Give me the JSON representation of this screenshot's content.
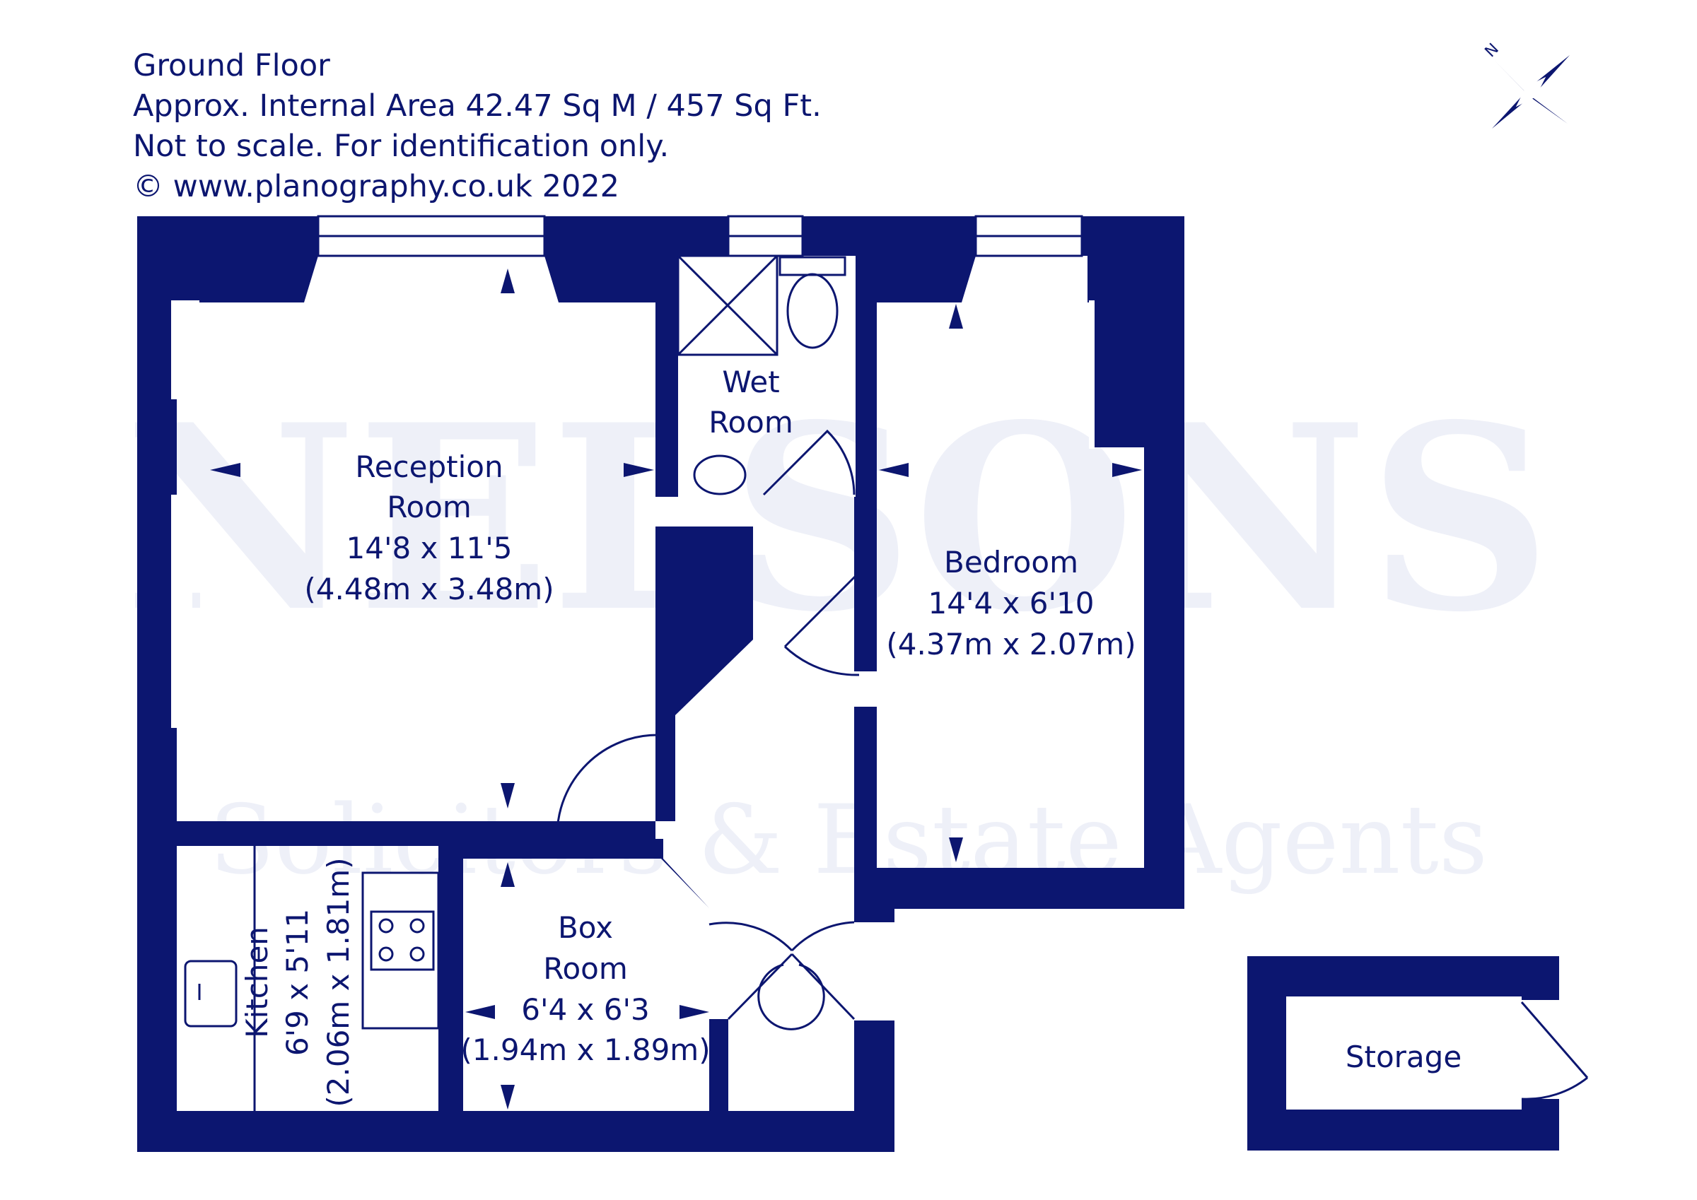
{
  "header": {
    "floor": "Ground Floor",
    "area": "Approx. Internal Area 42.47 Sq M / 457 Sq Ft.",
    "disclaimer": "Not to scale. For identification only.",
    "copyright": "© www.planography.co.uk 2022"
  },
  "compass": {
    "label": "N",
    "icon": "compass-icon"
  },
  "watermark": {
    "brand": "NELSONS",
    "tagline": "Solicitors & Estate Agents"
  },
  "rooms": {
    "reception": {
      "name_line1": "Reception",
      "name_line2": "Room",
      "imperial": "14'8 x 11'5",
      "metric": "(4.48m x 3.48m)"
    },
    "wet_room": {
      "name_line1": "Wet",
      "name_line2": "Room"
    },
    "bedroom": {
      "name": "Bedroom",
      "imperial": "14'4 x 6'10",
      "metric": "(4.37m x 2.07m)"
    },
    "box_room": {
      "name_line1": "Box",
      "name_line2": "Room",
      "imperial": "6'4 x 6'3",
      "metric": "(1.94m x 1.89m)"
    },
    "kitchen": {
      "name": "Kitchen",
      "imperial": "6'9 x 5'11",
      "metric": "(2.06m x 1.81m)"
    },
    "storage": {
      "name": "Storage"
    }
  },
  "colors": {
    "wall": "#0c1670",
    "background": "#ffffff",
    "watermark": "#eef0f8"
  }
}
